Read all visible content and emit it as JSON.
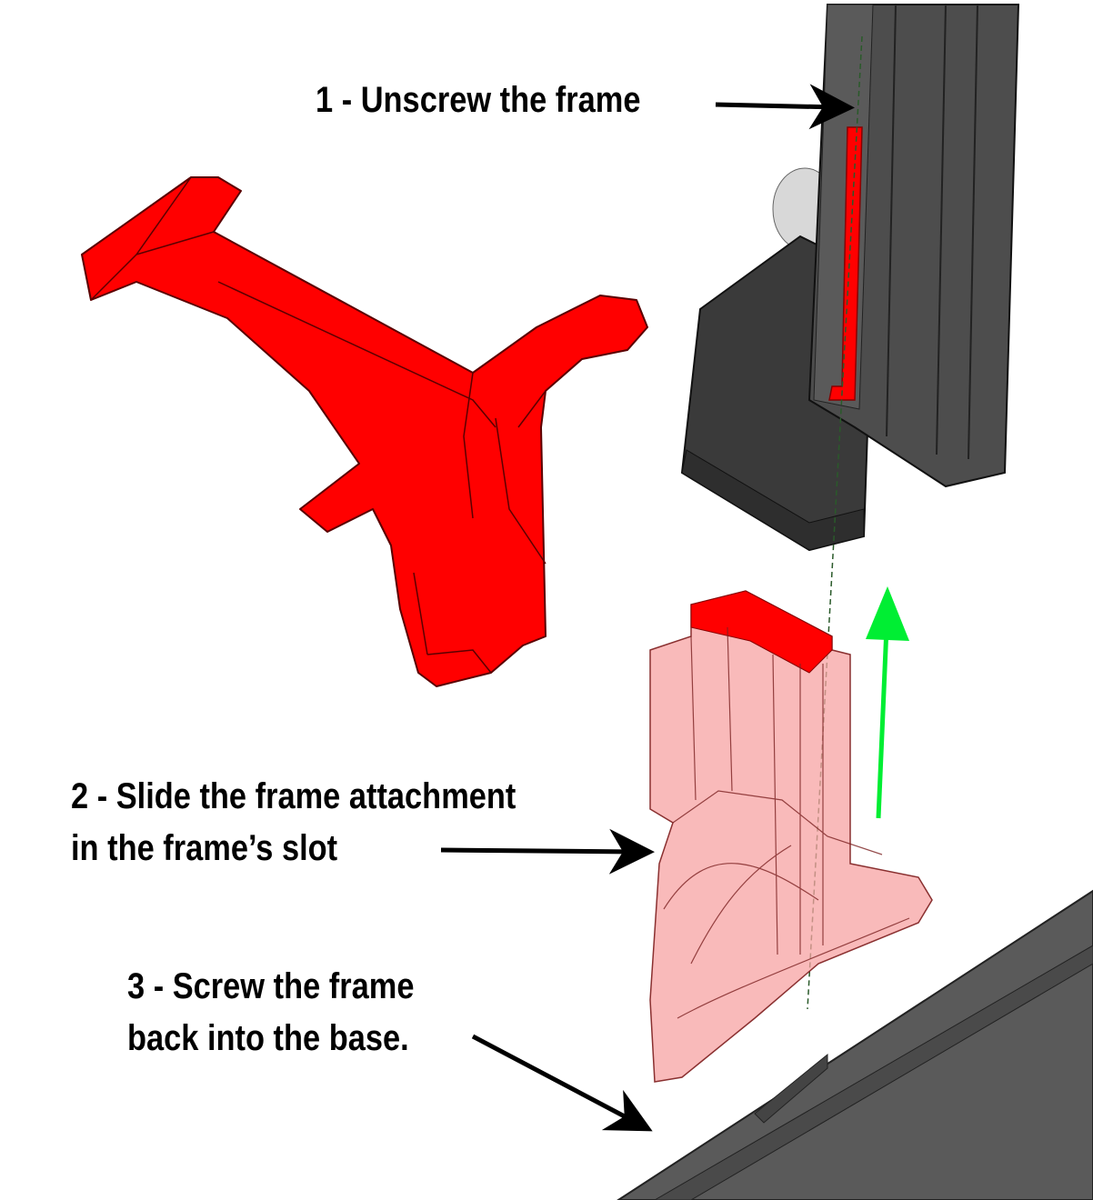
{
  "steps": [
    {
      "number": "1",
      "text": "1 - Unscrew the frame"
    },
    {
      "number": "2",
      "line1": "2 - Slide the frame attachment",
      "line2": " in the frame’s slot"
    },
    {
      "number": "3",
      "line1": "3 - Screw the frame",
      "line2": "back into the base."
    }
  ],
  "colors": {
    "part_red": "#ff0000",
    "part_ghost": "#f7a3a3",
    "frame_dark": "#4a4a4a",
    "base_dark": "#555555",
    "arrow_black": "#000000",
    "arrow_green": "#00ee33"
  }
}
